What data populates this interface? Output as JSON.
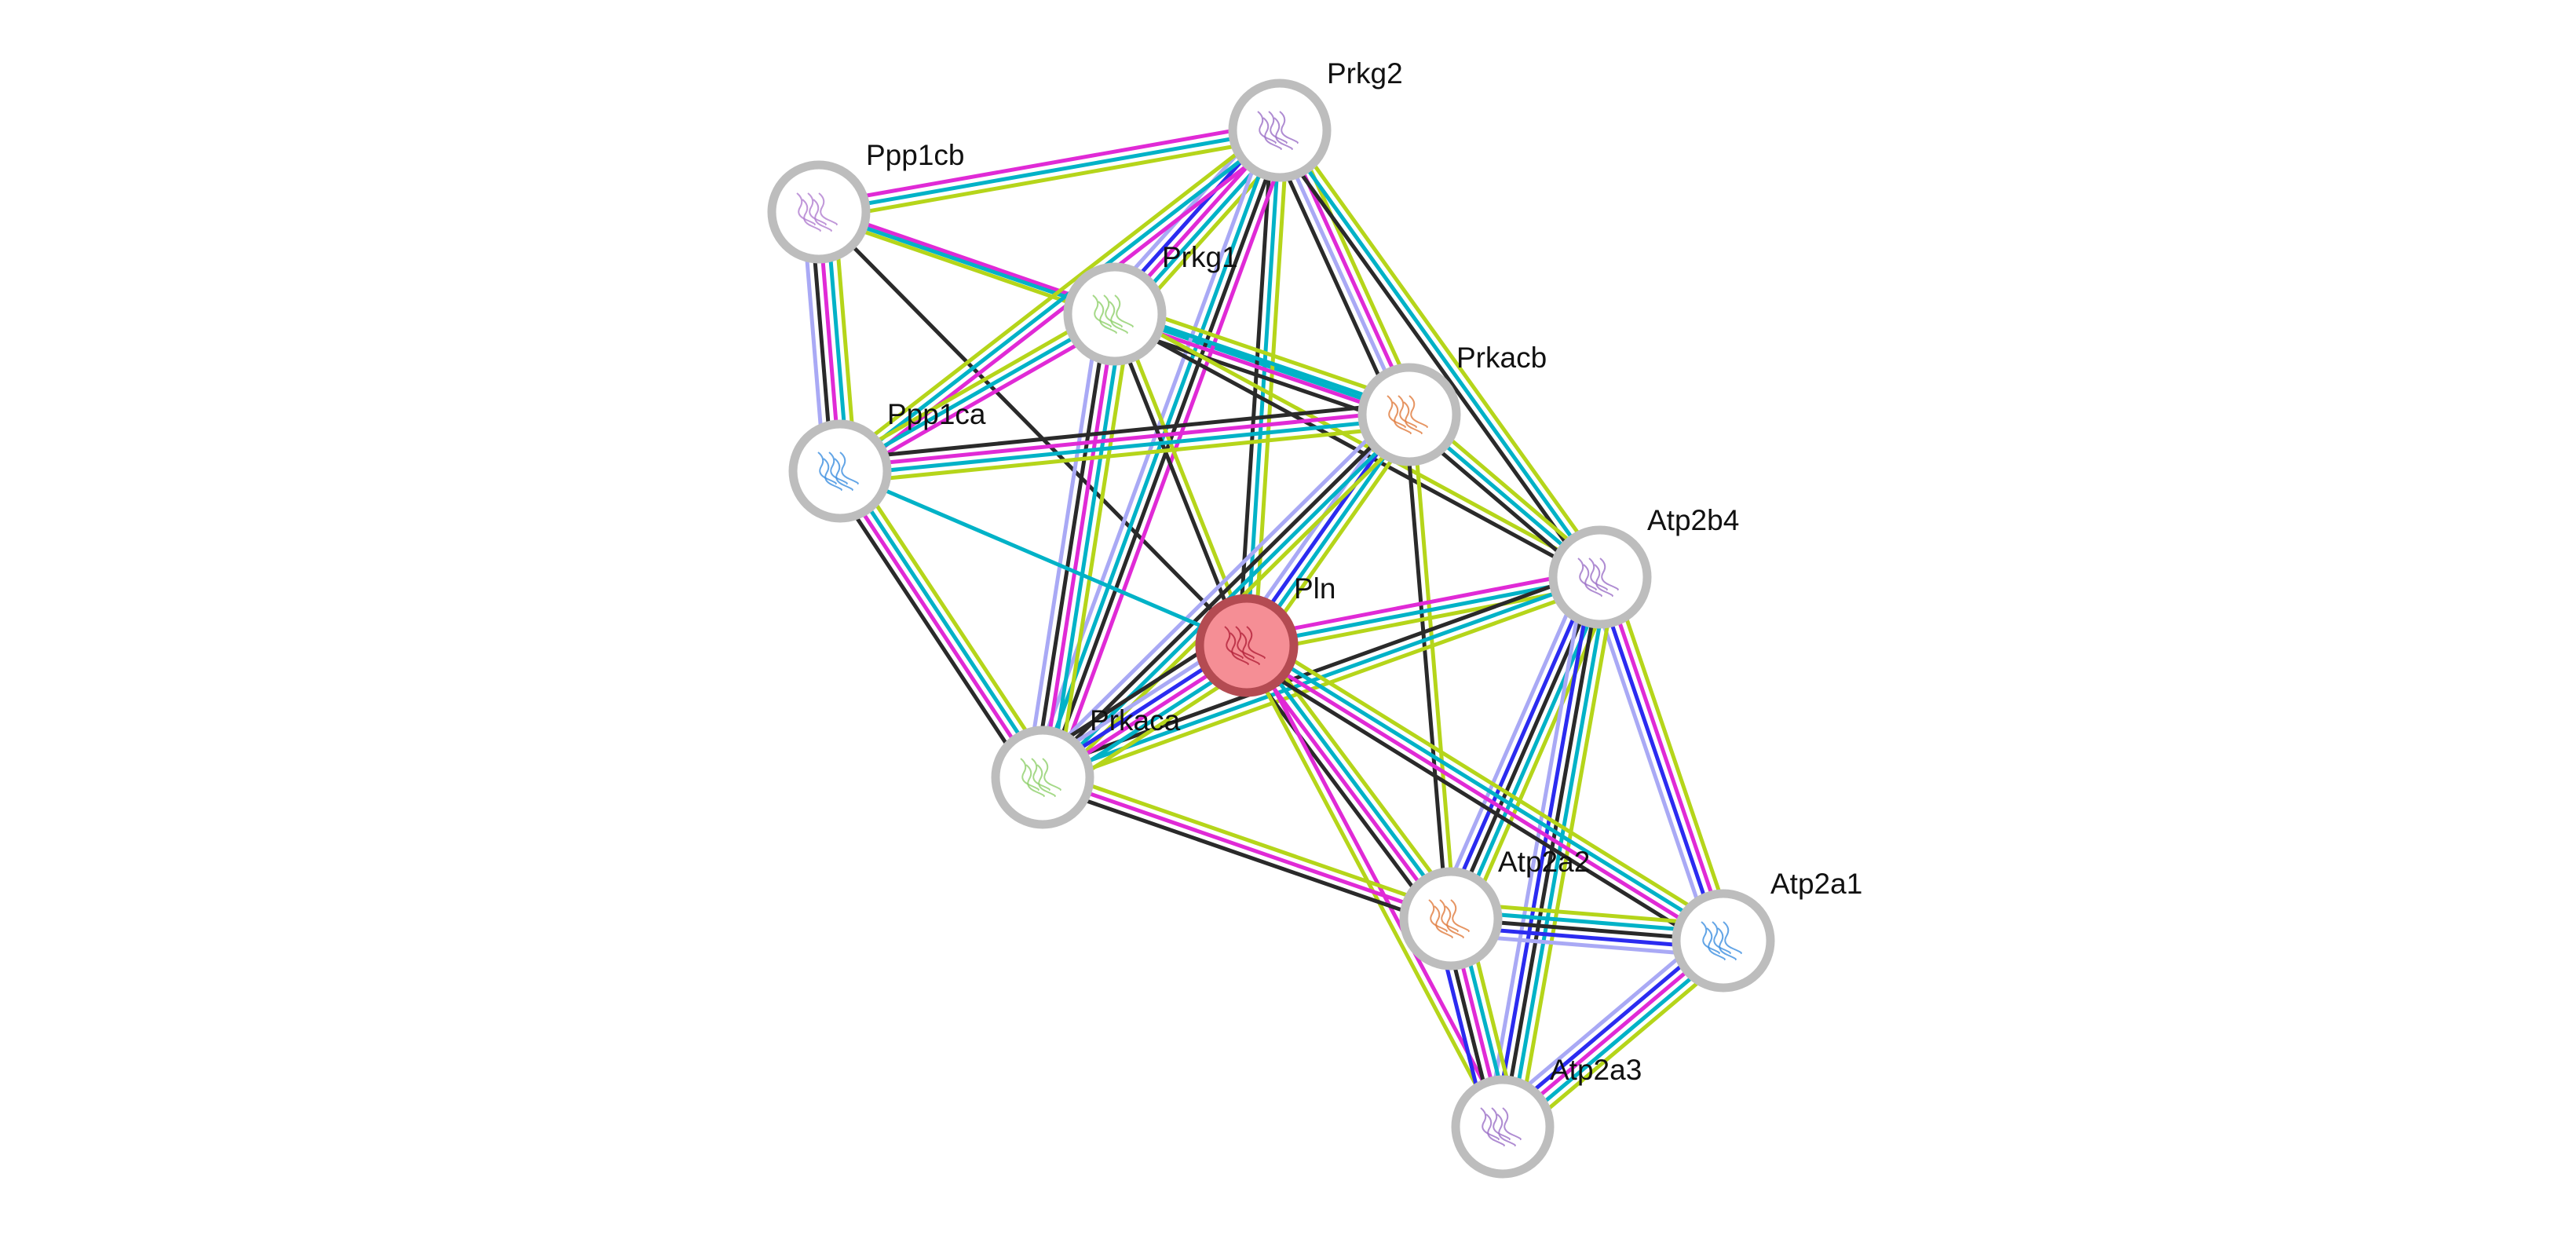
{
  "title": "STRING protein interaction network",
  "evidence_colors": {
    "database": "#00b2c7",
    "experiments": "#e02ad6",
    "neighborhood": "#2b2bf0",
    "gene_fusion": "#6f6ff5",
    "cooccurrence": "#2b2bf0",
    "coexpression": "#2a2a2a",
    "textmining": "#b5d51a",
    "homology": "#a9a9f5"
  },
  "nodes": [
    {
      "id": "Prkg2",
      "label": "Prkg2",
      "query": false,
      "icon": "protein-structure-icon"
    },
    {
      "id": "Ppp1cb",
      "label": "Ppp1cb",
      "query": false,
      "icon": "protein-structure-icon"
    },
    {
      "id": "Prkg1",
      "label": "Prkg1",
      "query": false,
      "icon": "protein-structure-icon"
    },
    {
      "id": "Prkacb",
      "label": "Prkacb",
      "query": false,
      "icon": "protein-structure-icon"
    },
    {
      "id": "Ppp1ca",
      "label": "Ppp1ca",
      "query": false,
      "icon": "protein-structure-icon"
    },
    {
      "id": "Atp2b4",
      "label": "Atp2b4",
      "query": false,
      "icon": "protein-structure-icon"
    },
    {
      "id": "Pln",
      "label": "Pln",
      "query": true,
      "icon": "protein-structure-icon"
    },
    {
      "id": "Prkaca",
      "label": "Prkaca",
      "query": false,
      "icon": "protein-structure-icon"
    },
    {
      "id": "Atp2a2",
      "label": "Atp2a2",
      "query": false,
      "icon": "protein-structure-icon"
    },
    {
      "id": "Atp2a1",
      "label": "Atp2a1",
      "query": false,
      "icon": "protein-structure-icon"
    },
    {
      "id": "Atp2a3",
      "label": "Atp2a3",
      "query": false,
      "icon": "protein-structure-icon"
    }
  ],
  "edges": [
    {
      "source": "Ppp1cb",
      "target": "Prkg2",
      "evidence": [
        "experiments",
        "database",
        "textmining"
      ]
    },
    {
      "source": "Ppp1cb",
      "target": "Prkg1",
      "evidence": [
        "experiments",
        "textmining"
      ]
    },
    {
      "source": "Ppp1cb",
      "target": "Ppp1ca",
      "evidence": [
        "textmining",
        "database",
        "experiments",
        "coexpression",
        "homology"
      ]
    },
    {
      "source": "Ppp1cb",
      "target": "Pln",
      "evidence": [
        "coexpression"
      ]
    },
    {
      "source": "Ppp1cb",
      "target": "Prkacb",
      "evidence": [
        "database"
      ]
    },
    {
      "source": "Prkg2",
      "target": "Prkg1",
      "evidence": [
        "textmining",
        "database",
        "experiments",
        "neighborhood",
        "homology"
      ]
    },
    {
      "source": "Prkg2",
      "target": "Prkacb",
      "evidence": [
        "textmining",
        "experiments",
        "homology",
        "coexpression"
      ]
    },
    {
      "source": "Prkg2",
      "target": "Atp2b4",
      "evidence": [
        "textmining",
        "database",
        "coexpression"
      ]
    },
    {
      "source": "Prkg2",
      "target": "Pln",
      "evidence": [
        "textmining",
        "database",
        "coexpression"
      ]
    },
    {
      "source": "Prkg2",
      "target": "Ppp1ca",
      "evidence": [
        "experiments",
        "database",
        "textmining"
      ]
    },
    {
      "source": "Prkg2",
      "target": "Prkaca",
      "evidence": [
        "experiments",
        "coexpression",
        "database",
        "homology"
      ]
    },
    {
      "source": "Prkg1",
      "target": "Prkacb",
      "evidence": [
        "textmining",
        "database",
        "experiments",
        "coexpression"
      ]
    },
    {
      "source": "Prkg1",
      "target": "Ppp1ca",
      "evidence": [
        "experiments",
        "database",
        "textmining"
      ]
    },
    {
      "source": "Prkg1",
      "target": "Pln",
      "evidence": [
        "textmining",
        "coexpression"
      ]
    },
    {
      "source": "Prkg1",
      "target": "Prkaca",
      "evidence": [
        "textmining",
        "database",
        "experiments",
        "coexpression",
        "homology"
      ]
    },
    {
      "source": "Prkg1",
      "target": "Atp2b4",
      "evidence": [
        "textmining",
        "coexpression"
      ]
    },
    {
      "source": "Prkacb",
      "target": "Ppp1ca",
      "evidence": [
        "textmining",
        "database",
        "experiments",
        "coexpression"
      ]
    },
    {
      "source": "Prkacb",
      "target": "Pln",
      "evidence": [
        "textmining",
        "database",
        "neighborhood",
        "homology"
      ]
    },
    {
      "source": "Prkacb",
      "target": "Prkaca",
      "evidence": [
        "textmining",
        "database",
        "coexpression",
        "homology"
      ]
    },
    {
      "source": "Prkacb",
      "target": "Atp2b4",
      "evidence": [
        "textmining",
        "database",
        "coexpression"
      ]
    },
    {
      "source": "Prkacb",
      "target": "Atp2a2",
      "evidence": [
        "textmining",
        "coexpression"
      ]
    },
    {
      "source": "Ppp1ca",
      "target": "Pln",
      "evidence": [
        "database"
      ]
    },
    {
      "source": "Ppp1ca",
      "target": "Prkaca",
      "evidence": [
        "textmining",
        "database",
        "experiments",
        "coexpression"
      ]
    },
    {
      "source": "Atp2b4",
      "target": "Pln",
      "evidence": [
        "textmining",
        "database",
        "experiments"
      ]
    },
    {
      "source": "Atp2b4",
      "target": "Prkaca",
      "evidence": [
        "textmining",
        "database",
        "coexpression"
      ]
    },
    {
      "source": "Atp2b4",
      "target": "Atp2a2",
      "evidence": [
        "textmining",
        "database",
        "coexpression",
        "neighborhood",
        "homology"
      ]
    },
    {
      "source": "Atp2b4",
      "target": "Atp2a1",
      "evidence": [
        "textmining",
        "experiments",
        "neighborhood",
        "homology"
      ]
    },
    {
      "source": "Atp2b4",
      "target": "Atp2a3",
      "evidence": [
        "textmining",
        "database",
        "coexpression",
        "neighborhood",
        "homology"
      ]
    },
    {
      "source": "Pln",
      "target": "Prkaca",
      "evidence": [
        "textmining",
        "database",
        "experiments",
        "neighborhood",
        "homology",
        "coexpression"
      ]
    },
    {
      "source": "Pln",
      "target": "Atp2a2",
      "evidence": [
        "textmining",
        "database",
        "experiments",
        "coexpression"
      ]
    },
    {
      "source": "Pln",
      "target": "Atp2a1",
      "evidence": [
        "textmining",
        "database",
        "experiments",
        "coexpression"
      ]
    },
    {
      "source": "Pln",
      "target": "Atp2a3",
      "evidence": [
        "experiments",
        "textmining"
      ]
    },
    {
      "source": "Prkaca",
      "target": "Atp2a2",
      "evidence": [
        "textmining",
        "experiments",
        "coexpression"
      ]
    },
    {
      "source": "Atp2a2",
      "target": "Atp2a1",
      "evidence": [
        "textmining",
        "database",
        "coexpression",
        "neighborhood",
        "homology"
      ]
    },
    {
      "source": "Atp2a2",
      "target": "Atp2a3",
      "evidence": [
        "textmining",
        "database",
        "experiments",
        "coexpression",
        "neighborhood"
      ]
    },
    {
      "source": "Atp2a1",
      "target": "Atp2a3",
      "evidence": [
        "textmining",
        "database",
        "experiments",
        "neighborhood",
        "homology"
      ]
    }
  ]
}
